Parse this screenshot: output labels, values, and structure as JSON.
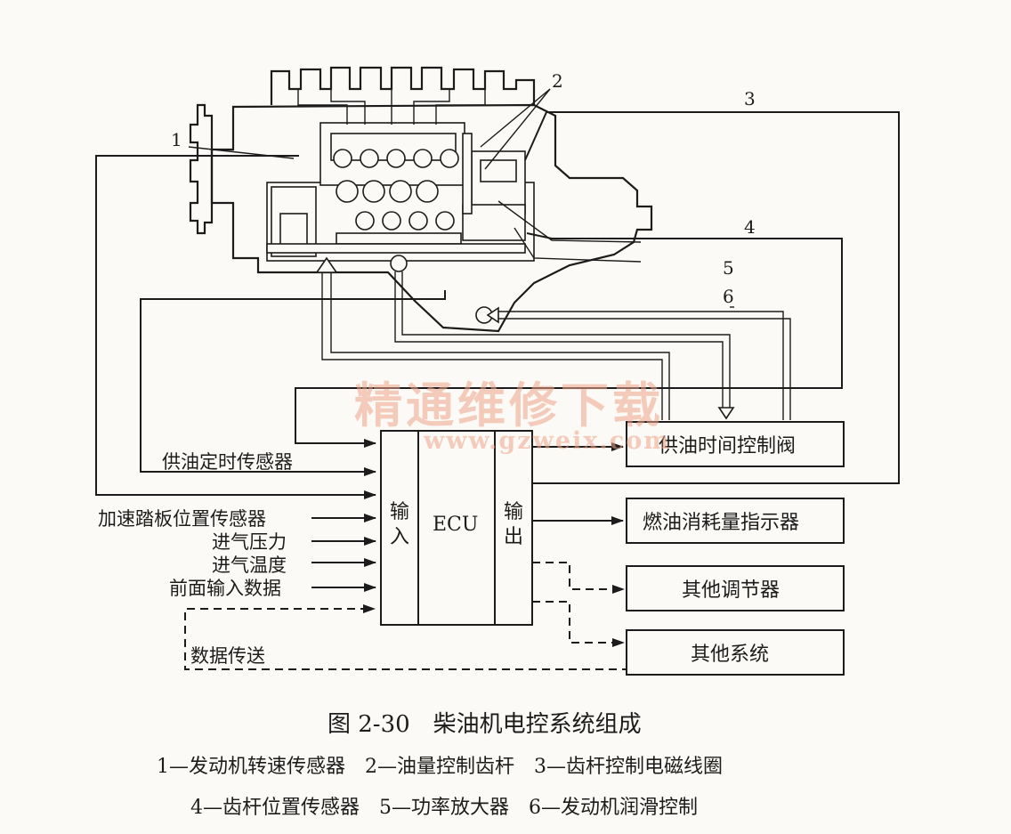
{
  "labels": {
    "n1": "1",
    "n2": "2",
    "n3": "3",
    "n4": "4",
    "n5": "5",
    "n6": "6",
    "fuel_timing_sensor": "供油定时传感器",
    "accel_pedal_sensor": "加速踏板位置传感器",
    "intake_pressure": "进气压力",
    "intake_temperature": "进气温度",
    "front_input_data": "前面输入数据",
    "data_transfer": "数据传送"
  },
  "ecu": {
    "input_char1": "输",
    "input_char2": "入",
    "center": "ECU",
    "output_char1": "输",
    "output_char2": "出"
  },
  "outputs": {
    "fuel_time_valve": "供油时间控制阀",
    "fuel_consumption_indicator": "燃油消耗量指示器",
    "other_regulators": "其他调节器",
    "other_systems": "其他系统"
  },
  "watermark": {
    "cn": "精通维修下载",
    "url": "www.gzweix.com"
  },
  "caption": {
    "title": "图 2-30　柴油机电控系统组成",
    "legend_line1": "1—发动机转速传感器　2—油量控制齿杆　3—齿杆控制电磁线圈",
    "legend_line2": "4—齿杆位置传感器　5—功率放大器　6—发动机润滑控制"
  }
}
